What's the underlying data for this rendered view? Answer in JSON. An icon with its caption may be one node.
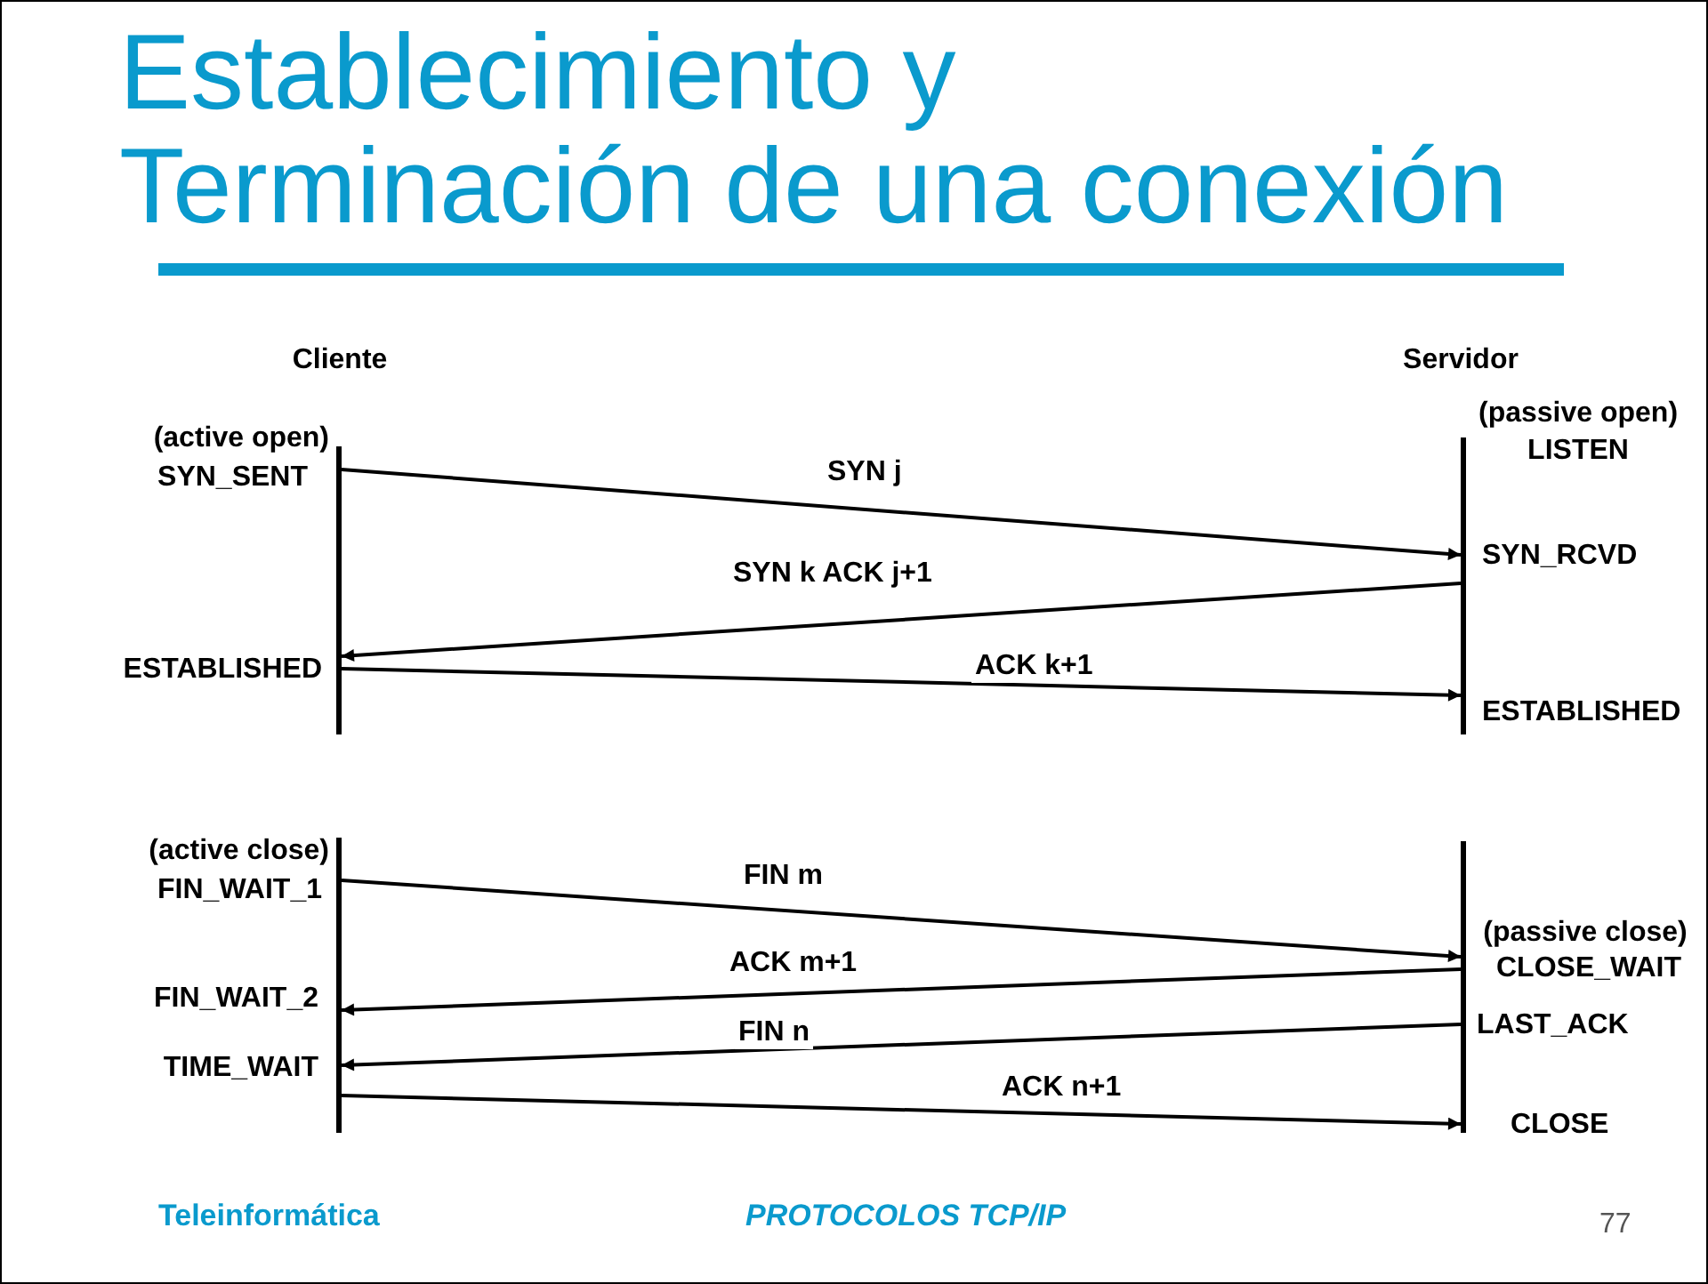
{
  "diagram": {
    "title": "Establecimiento y Terminación de una conexión",
    "nodes": [
      {
        "text": [],
        "shape": "bar",
        "beside": [
          "Cliente"
        ]
      },
      {
        "text": [],
        "shape": "bar",
        "beside": [
          "Servidor"
        ]
      },
      {
        "text": [],
        "shape": "bar"
      },
      {
        "text": [],
        "shape": "bar"
      }
    ],
    "edges": [
      {
        "from": 0,
        "to": 1,
        "arrow": "to",
        "label": "SYN j"
      },
      {
        "from": 1,
        "to": 0,
        "arrow": "to",
        "label": "SYN k ACK j+1"
      },
      {
        "from": 0,
        "to": 1,
        "arrow": "to",
        "label": "ACK k+1"
      },
      {
        "from": 2,
        "to": 3,
        "arrow": "to",
        "label": "FIN m"
      },
      {
        "from": 3,
        "to": 2,
        "arrow": "to",
        "label": "ACK m+1"
      },
      {
        "from": 3,
        "to": 2,
        "arrow": "to",
        "label": "FIN n"
      },
      {
        "from": 2,
        "to": 3,
        "arrow": "to",
        "label": "ACK n+1"
      }
    ],
    "labels": [
      "(passive open)",
      "(active open)",
      "LISTEN",
      "SYN_SENT",
      "SYN_RCVD",
      "ESTABLISHED",
      "ESTABLISHED",
      "(active close)",
      "FIN_WAIT_1",
      "(passive close)",
      "CLOSE_WAIT",
      "FIN_WAIT_2",
      "LAST_ACK",
      "TIME_WAIT",
      "CLOSE",
      "Teleinformática",
      "PROTOCOLOS TCP/IP",
      "77"
    ]
  }
}
